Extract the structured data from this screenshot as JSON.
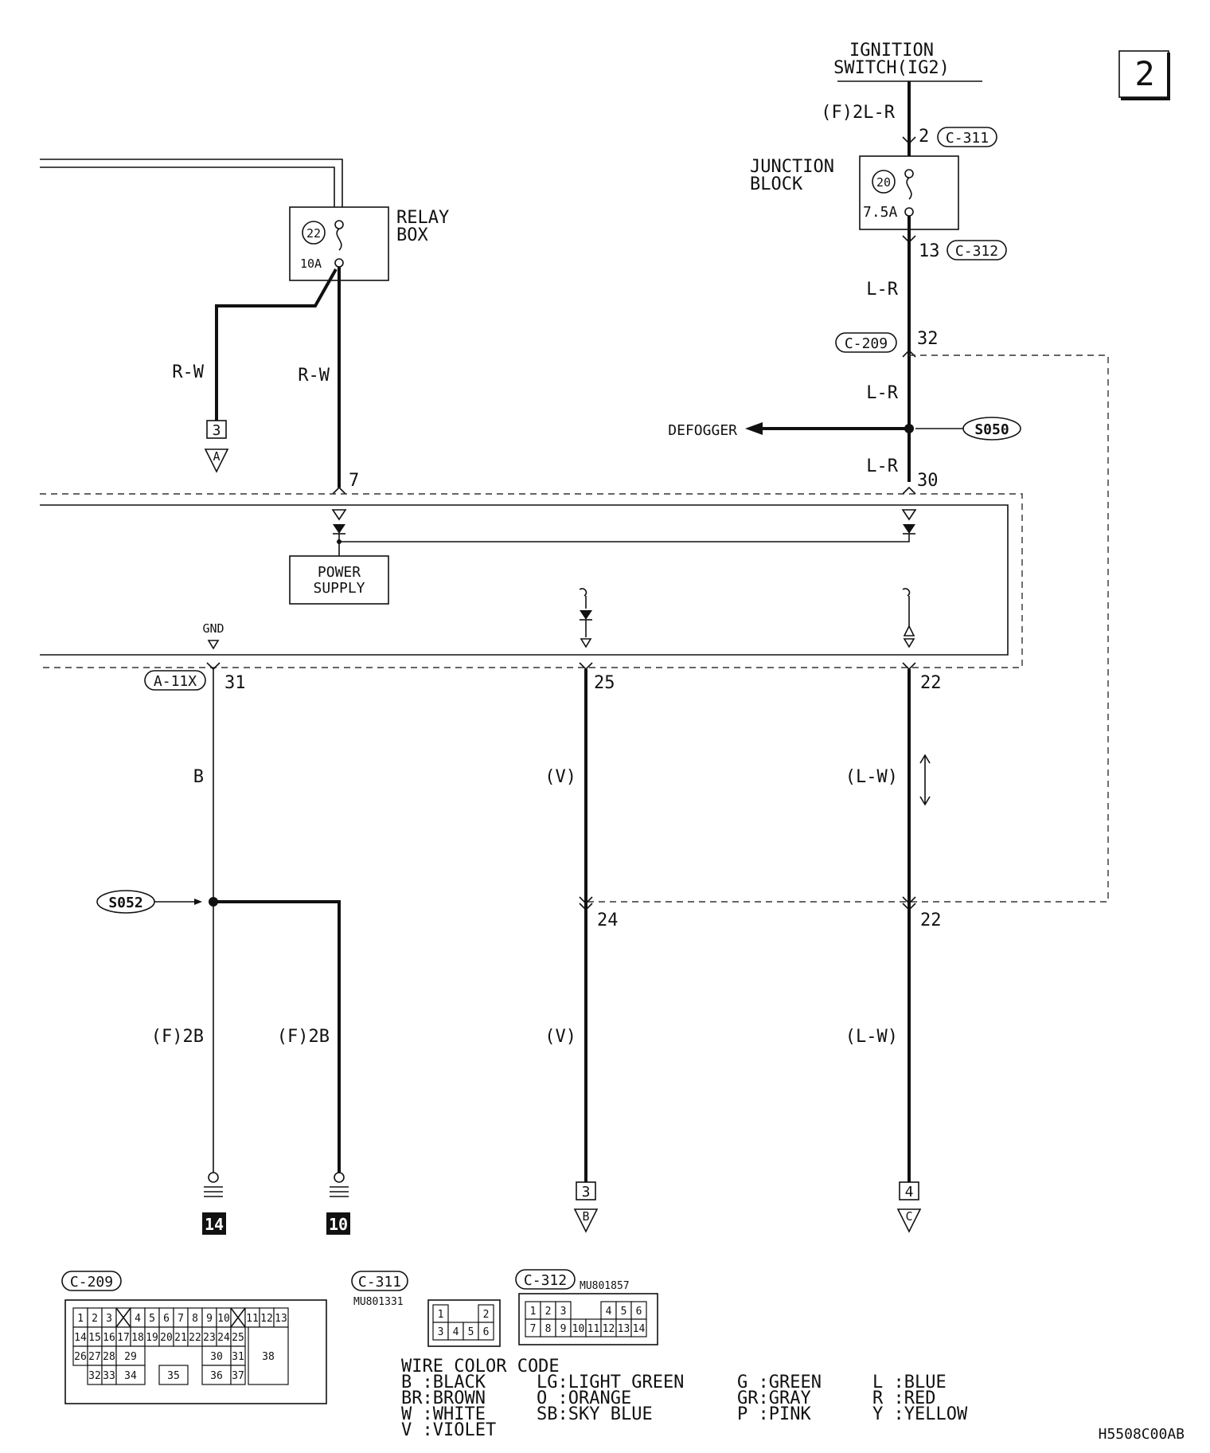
{
  "page_number": "2",
  "ignition": {
    "line1": "IGNITION",
    "line2": "SWITCH(IG2)"
  },
  "relay_box": {
    "line1": "RELAY",
    "line2": "BOX",
    "fuse_no": "22",
    "rating": "10A"
  },
  "junction_block": {
    "line1": "JUNCTION",
    "line2": "BLOCK",
    "fuse_no": "20",
    "rating": "7.5A"
  },
  "wires": {
    "ign_wire": "(F)2L-R",
    "lr_1": "L-R",
    "lr_2": "L-R",
    "lr_3": "L-R",
    "rw_left": "R-W",
    "rw_right": "R-W",
    "b": "B",
    "v_upper": "(V)",
    "v_lower": "(V)",
    "lw_upper": "(L-W)",
    "lw_lower": "(L-W)",
    "f2b_left": "(F)2B",
    "f2b_right": "(F)2B"
  },
  "connectors": {
    "c311": "C-311",
    "c312": "C-312",
    "c209": "C-209",
    "a11x": "A-11X",
    "c311_part": "MU801331",
    "c312_part": "MU801857"
  },
  "pins": {
    "p2": "2",
    "p13": "13",
    "p32": "32",
    "p30": "30",
    "p7": "7",
    "p31": "31",
    "p25": "25",
    "p22_upper": "22",
    "p24": "24",
    "p22_lower": "22"
  },
  "splices": {
    "s050": "S050",
    "s052": "S052"
  },
  "defogger": "DEFOGGER",
  "power_supply": {
    "line1": "POWER",
    "line2": "SUPPLY"
  },
  "gnd": "GND",
  "connections": {
    "a": {
      "pin": "3",
      "letter": "A"
    },
    "b": {
      "pin": "3",
      "letter": "B"
    },
    "c": {
      "pin": "4",
      "letter": "C"
    }
  },
  "grounds": {
    "g14": "14",
    "g10": "10"
  },
  "c209_cells": [
    "1",
    "2",
    "3",
    "4",
    "5",
    "6",
    "7",
    "8",
    "9",
    "10",
    "11",
    "12",
    "13",
    "14",
    "15",
    "16",
    "17",
    "18",
    "19",
    "20",
    "21",
    "22",
    "23",
    "24",
    "25",
    "26",
    "27",
    "28",
    "29",
    "30",
    "31",
    "32",
    "33",
    "34",
    "35",
    "36",
    "37",
    "38"
  ],
  "c311_cells": [
    "1",
    "2",
    "3",
    "4",
    "5",
    "6"
  ],
  "c312_cells": [
    "1",
    "2",
    "3",
    "4",
    "5",
    "6",
    "7",
    "8",
    "9",
    "10",
    "11",
    "12",
    "13",
    "14"
  ],
  "wire_color_code": {
    "title": "WIRE COLOR CODE",
    "col1": [
      "B :BLACK",
      "BR:BROWN",
      "W :WHITE",
      "V :VIOLET"
    ],
    "col2": [
      "LG:LIGHT GREEN",
      "O :ORANGE",
      "SB:SKY BLUE"
    ],
    "col3": [
      "G :GREEN",
      "GR:GRAY",
      "P :PINK"
    ],
    "col4": [
      "L :BLUE",
      "R :RED",
      "Y :YELLOW"
    ]
  },
  "drawing_code": "H5508C00AB"
}
